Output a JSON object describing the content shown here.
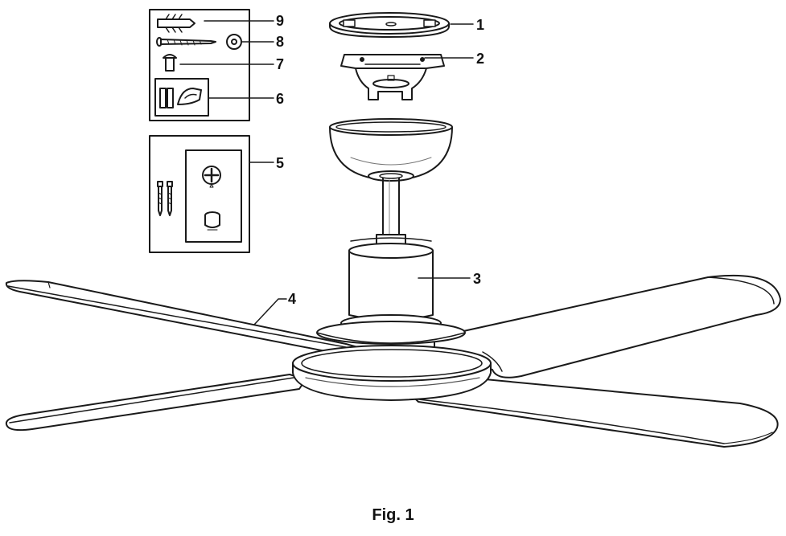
{
  "caption": "Fig. 1",
  "callouts": {
    "c1": "1",
    "c2": "2",
    "c3": "3",
    "c4": "4",
    "c5": "5",
    "c6": "6",
    "c7": "7",
    "c8": "8",
    "c9": "9"
  }
}
